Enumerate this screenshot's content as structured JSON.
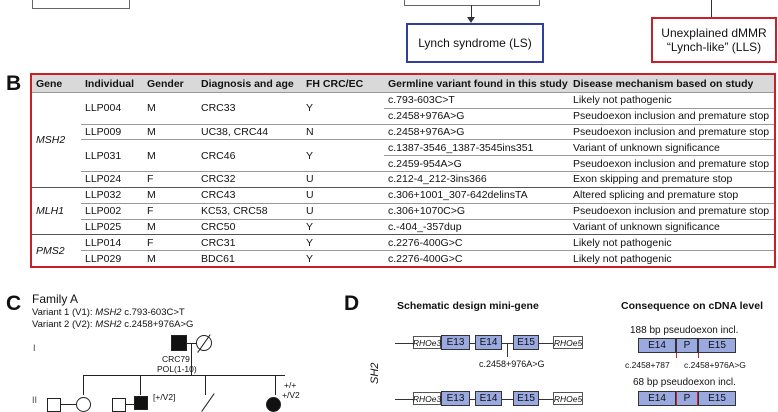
{
  "panel_a": {
    "ls_box": "Lynch syndrome (LS)",
    "lls_box_line1": "Unexplained dMMR",
    "lls_box_line2": "“Lynch-like” (LLS)",
    "ls_color": "#2e3f9e",
    "lls_color": "#c62127"
  },
  "panel_b": {
    "letter": "B",
    "headers": [
      "Gene",
      "Individual",
      "Gender",
      "Diagnosis and age",
      "FH CRC/EC",
      "Germline variant found in this study",
      "Disease mechanism based on study"
    ],
    "rows": [
      {
        "gene": "",
        "individual": "LLP004",
        "gender": "M",
        "diagnosis": "CRC33",
        "fh": "Y",
        "variant": "c.793-603C>T",
        "mechanism": "Likely not pathogenic"
      },
      {
        "variant": "c.2458+976A>G",
        "mechanism": "Pseudoexon inclusion and premature stop"
      },
      {
        "gene": "MSH2",
        "individual": "LLP009",
        "gender": "M",
        "diagnosis": "UC38, CRC44",
        "fh": "N",
        "variant": "c.2458+976A>G",
        "mechanism": "Pseudoexon inclusion and premature stop"
      },
      {
        "individual": "LLP031",
        "gender": "M",
        "diagnosis": "CRC46",
        "fh": "Y",
        "variant": "c.1387-3546_1387-3545ins351",
        "mechanism": "Variant of unknown significance"
      },
      {
        "variant": "c.2459-954A>G",
        "mechanism": "Pseudoexon inclusion and premature stop"
      },
      {
        "individual": "LLP024",
        "gender": "F",
        "diagnosis": "CRC32",
        "fh": "U",
        "variant": "c.212-4_212-3ins366",
        "mechanism": "Exon skipping and premature stop"
      },
      {
        "individual": "LLP032",
        "gender": "M",
        "diagnosis": "CRC43",
        "fh": "U",
        "variant": "c.306+1001_307-642delinsTA",
        "mechanism": "Altered splicing and premature stop"
      },
      {
        "gene": "MLH1",
        "individual": "LLP002",
        "gender": "F",
        "diagnosis": "KC53, CRC58",
        "fh": "U",
        "variant": "c.306+1070C>G",
        "mechanism": "Pseudoexon inclusion and premature stop"
      },
      {
        "individual": "LLP025",
        "gender": "M",
        "diagnosis": "CRC50",
        "fh": "Y",
        "variant": "c.-404_-357dup",
        "mechanism": "Variant of unknown significance"
      },
      {
        "gene": "PMS2",
        "individual": "LLP014",
        "gender": "F",
        "diagnosis": "CRC31",
        "fh": "Y",
        "variant": "c.2276-400G>C",
        "mechanism": "Likely not pathogenic"
      },
      {
        "individual": "LLP029",
        "gender": "M",
        "diagnosis": "BDC61",
        "fh": "Y",
        "variant": "c.2276-400G>C",
        "mechanism": "Likely not pathogenic"
      }
    ]
  },
  "panel_c": {
    "letter": "C",
    "title": "Family A",
    "v1_prefix": "Variant 1 (V1): ",
    "v1_gene": "MSH2",
    "v1_var": " c.793-603C>T",
    "v2_prefix": "Variant 2 (V2): ",
    "v2_gene": "MSH2",
    "v2_var": " c.2458+976A>G",
    "gen_i": "I",
    "gen_ii": "II",
    "crc_label": "CRC79",
    "pol_label": "POL(1-10)",
    "genotype_left": "[+/V2]",
    "genotype_right1": "+/+",
    "genotype_right2": "+/V2"
  },
  "panel_d": {
    "letter": "D",
    "schematic_title": "Schematic design mini-gene",
    "consequence_title": "Consequence on cDNA level",
    "gene_label": "SH2",
    "rho3": "RHOe3",
    "rho5": "RHOe5",
    "e13": "E13",
    "e14": "E14",
    "e15": "E15",
    "p": "P",
    "variant_label": "c.2458+976A>G",
    "pseudo1": "188 bp pseudoexon incl.",
    "pseudo2": "68 bp pseudoexon incl.",
    "junction1": "c.2458+787",
    "junction2": "c.2458+976A>G"
  }
}
